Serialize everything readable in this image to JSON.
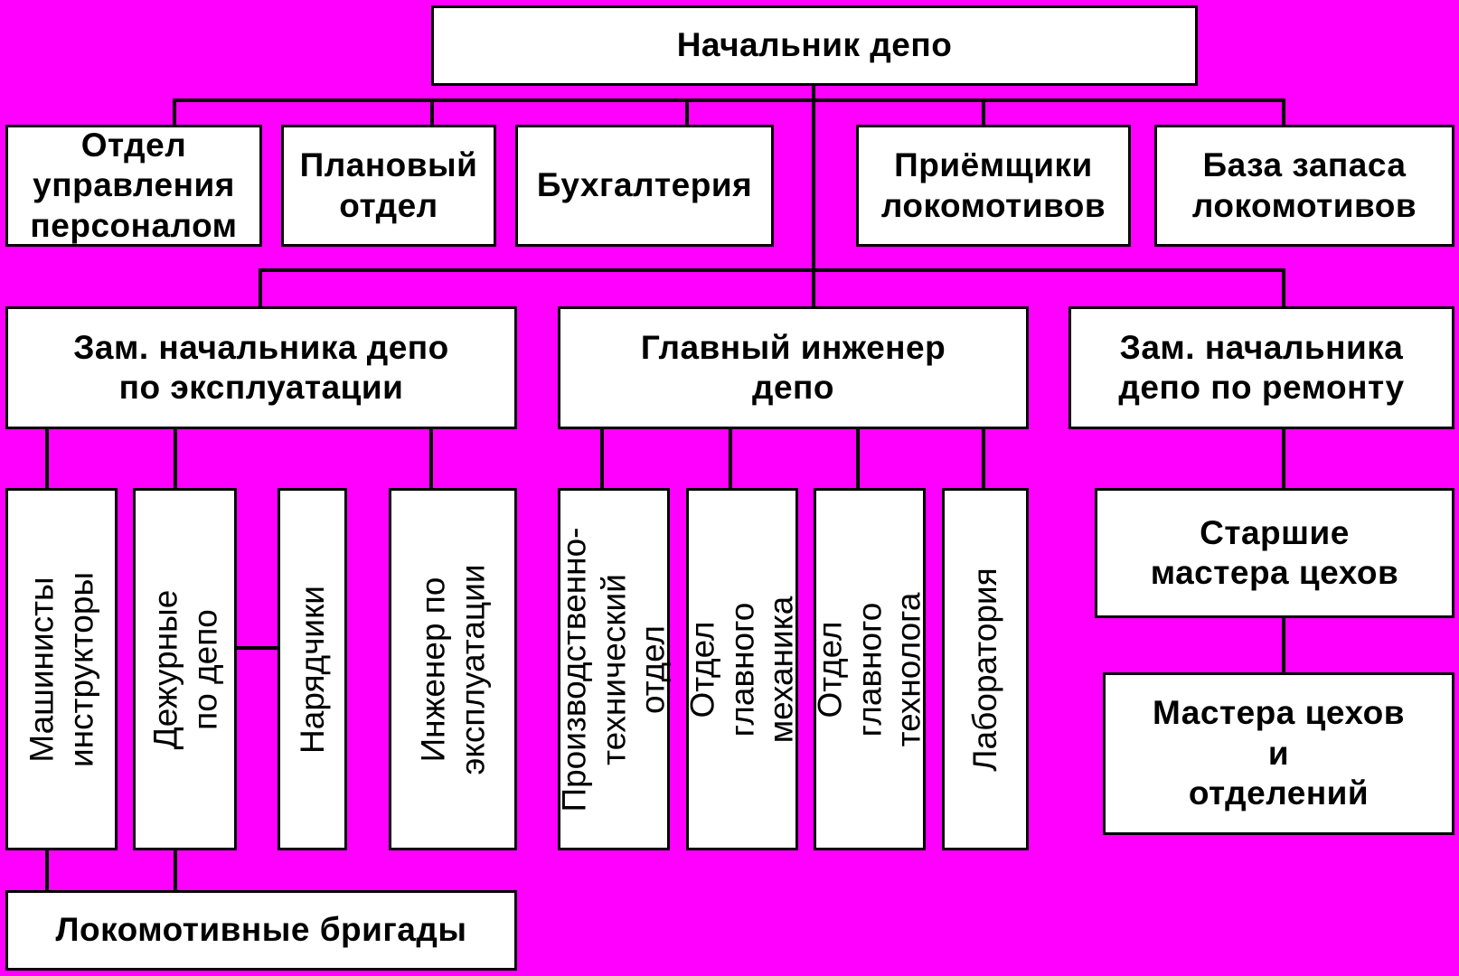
{
  "colors": {
    "background": "#ff00ff",
    "box_fill": "#ffffff",
    "stroke": "#000000"
  },
  "nodes": {
    "head": "Начальник   депо",
    "hr": "Отдел\nуправления\nперсоналом",
    "planning": "Плановый\nотдел",
    "accounting": "Бухгалтерия",
    "receivers": "Приёмщики\nлокомотивов",
    "reserve_base": "База запаса\nлокомотивов",
    "deputy_operation": "Зам. начальника депо\nпо эксплуатации",
    "chief_engineer": "Главный инженер\nдепо",
    "deputy_repair": "Зам. начальника\nдепо по ремонту",
    "instructors": "Машинисты\nинструкторы",
    "duty_officers": "Дежурные\nпо депо",
    "dispatchers": "Нарядчики",
    "operation_engineer": "Инженер по\nэксплуатации",
    "production_dept": "Производственно-\nтехнический отдел",
    "chief_mechanic": "Отдел главного\nмеханика",
    "chief_technologist": "Отдел главного\nтехнолога",
    "laboratory": "Лаборатория",
    "senior_masters": "Старшие\nмастера цехов",
    "masters": "Мастера цехов\nи\nотделений",
    "crews": "Локомотивные бригады"
  }
}
